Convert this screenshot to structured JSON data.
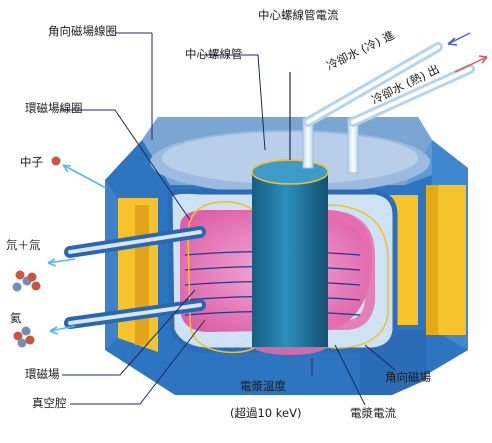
{
  "labels": {
    "poloidal_coil": "角向磁場線圈",
    "central_solenoid_current": "中心螺線管電流",
    "central_solenoid": "中心螺線管",
    "coolant_in": "冷卻水 (冷) 進",
    "coolant_out": "冷卻水 (熱) 出",
    "toroidal_coil": "環磁場線圈",
    "neutron": "中子",
    "fuel": "氘＋氚",
    "helium": "氦",
    "toroidal_field": "環磁場",
    "poloidal_field": "角向磁場",
    "vacuum_chamber": "真空腔",
    "plasma_temperature": "電漿溫度",
    "plasma_temperature_value": "(超過10 keV)",
    "plasma_current": "電漿電流"
  },
  "colors": {
    "outer_blue": "#2e78c4",
    "top_plate": "#7fa8d4",
    "yellow_coil": "#f6c32d",
    "plasma": "#e86fb0",
    "solenoid": "#1f6e96",
    "arrow_cyan": "#55bbe0",
    "field_line": "#1b3d8f",
    "neutron_red": "#c8553d",
    "helium_blue": "#6f8fb3"
  }
}
